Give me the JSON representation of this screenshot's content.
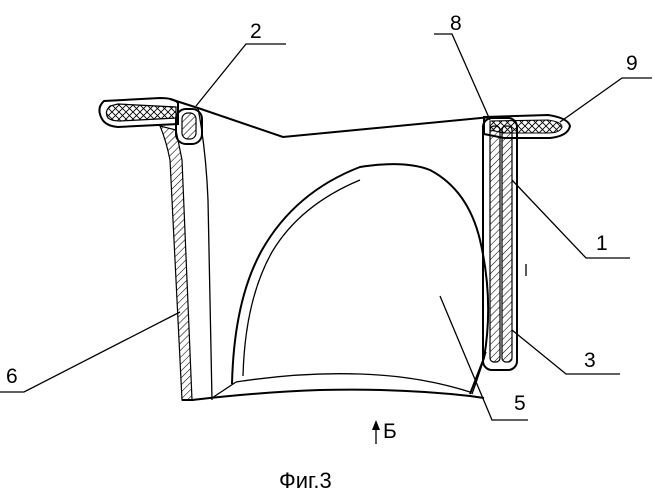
{
  "figure": {
    "caption": "Фиг.3",
    "view_arrow_label": "Б",
    "labels": {
      "l1": "1",
      "l2": "2",
      "l3": "3",
      "l5": "5",
      "l6": "6",
      "l8": "8",
      "l9": "9"
    }
  }
}
